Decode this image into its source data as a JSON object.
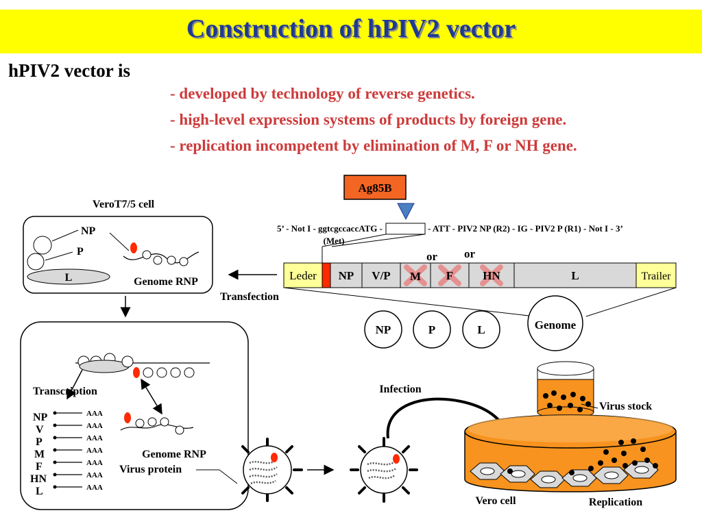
{
  "title": "Construction of hPIV2 vector",
  "intro": "hPIV2 vector is",
  "bullets": [
    "- developed by technology of reverse genetics.",
    "- high-level expression systems of products by foreign gene.",
    "- replication incompetent by elimination of M, F or NH gene."
  ],
  "insert_label": "Ag85B",
  "sequence": {
    "left": "5’ - Not I - ggtcgccaccATG -",
    "right": "- ATT - PIV2 NP (R2) - IG - PIV2 P (R1) - Not I - 3’",
    "met": "(Met)"
  },
  "genome_segments": [
    "Leder",
    "NP",
    "V/P",
    "M",
    "F",
    "HN",
    "L",
    "Trailer"
  ],
  "or_labels": [
    "or",
    "or"
  ],
  "proteins": [
    "NP",
    "P",
    "L"
  ],
  "genome_label": "Genome",
  "cell_box": {
    "title": "VeroT7/5 cell",
    "np": "NP",
    "p": "P",
    "l": "L",
    "rnp": "Genome RNP"
  },
  "transfection": "Transfection",
  "lower_box": {
    "transcription": "Transcription",
    "mrna_labels": [
      "NP",
      "V",
      "P",
      "M",
      "F",
      "HN",
      "L"
    ],
    "polya": "AAA",
    "genome_rnp": "Genome RNP",
    "virus_protein": "Virus protein"
  },
  "infection": "Infection",
  "virus_stock": "Virus stock",
  "vero_cell": "Vero cell",
  "replication": "Replication",
  "colors": {
    "title_bar": "#ffff00",
    "title_text": "#1f3a93",
    "bullet_text": "#cc3b3b",
    "insert_box": "#f26522",
    "leader_trailer": "#ffff99",
    "segment_gray": "#d9d9d9",
    "deletion_x": "#e88a8a",
    "medium": "#f7931e",
    "marker_red": "#ff2a00"
  }
}
